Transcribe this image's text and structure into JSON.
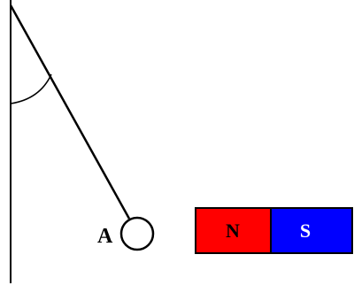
{
  "labels": {
    "bob": "A",
    "magnet_north": "N",
    "magnet_south": "S"
  },
  "colors": {
    "stroke": "#000000",
    "background": "#ffffff",
    "north_fill": "#ff0000",
    "south_fill": "#0000ff",
    "north_text": "#000000",
    "south_text": "#ffffff"
  }
}
